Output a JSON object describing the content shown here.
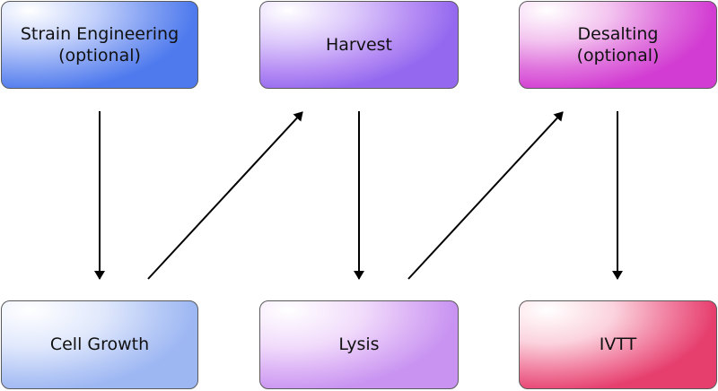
{
  "diagram": {
    "nodes": {
      "strain": {
        "line1": "Strain Engineering",
        "line2": "(optional)"
      },
      "harvest": {
        "line1": "Harvest"
      },
      "desalting": {
        "line1": "Desalting",
        "line2": "(optional)"
      },
      "cell_growth": {
        "line1": "Cell Growth"
      },
      "lysis": {
        "line1": "Lysis"
      },
      "ivtt": {
        "line1": "IVTT"
      }
    },
    "edges": [
      {
        "from": "Strain Engineering",
        "to": "Cell Growth"
      },
      {
        "from": "Cell Growth",
        "to": "Harvest"
      },
      {
        "from": "Harvest",
        "to": "Lysis"
      },
      {
        "from": "Lysis",
        "to": "Desalting"
      },
      {
        "from": "Desalting",
        "to": "IVTT"
      }
    ]
  }
}
